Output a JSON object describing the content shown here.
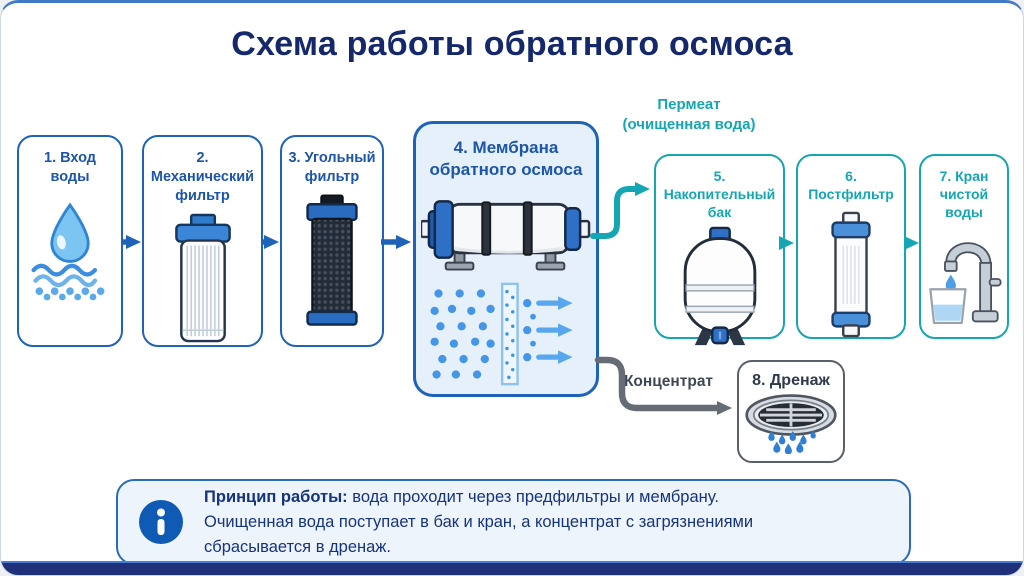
{
  "title": "Схема работы обратного осмоса",
  "colors": {
    "navy": "#15286b",
    "blue": "#1e63b8",
    "blue_text": "#1d55a8",
    "teal": "#14a7b3",
    "gray_arrow": "#666c75",
    "dark_label": "#2f3a4d",
    "panel_bg": "#e6f0fa",
    "info_bg": "#eef4fc",
    "info_text": "#16337d",
    "footer": "#203179",
    "footer_edge": "#4b7dd2"
  },
  "steps": [
    {
      "label": "1. Вход воды",
      "icon": "water-drop-icon"
    },
    {
      "label": "2. Механический фильтр",
      "icon": "mechanical-filter-icon"
    },
    {
      "label": "3. Угольный фильтр",
      "icon": "carbon-filter-icon"
    },
    {
      "label": "4. Мембрана обратного осмоса",
      "icon": "ro-membrane-icon"
    },
    {
      "label": "5. Накопительный бак",
      "icon": "storage-tank-icon"
    },
    {
      "label": "6. Постфильтр",
      "icon": "postfilter-icon"
    },
    {
      "label": "7. Кран чистой воды",
      "icon": "faucet-glass-icon"
    },
    {
      "label": "8. Дренаж",
      "icon": "drain-grate-icon"
    }
  ],
  "labels": {
    "permeate_line1": "Пермеат",
    "permeate_line2": "(очищенная вода)",
    "concentrate": "Концентрат"
  },
  "info": {
    "icon": "info-icon",
    "lead": "Принцип работы:",
    "line1_rest": " вода проходит через предфильтры и мембрану.",
    "line2": "Очищенная вода поступает в бак и кран, а концентрат с загрязнениями",
    "line3": "сбрасывается в дренаж."
  }
}
